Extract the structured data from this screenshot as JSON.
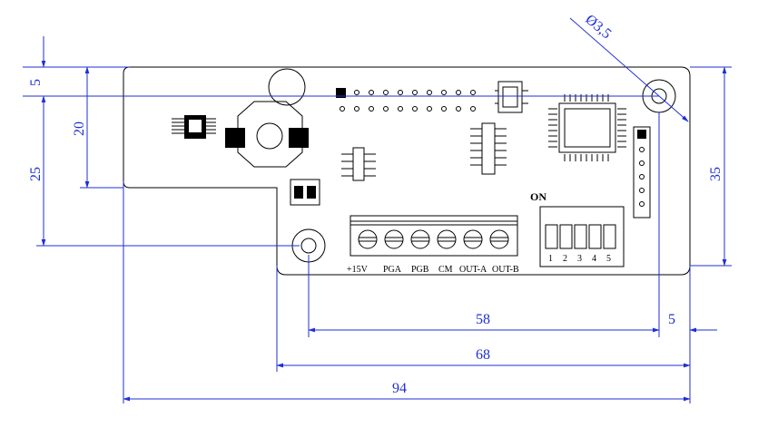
{
  "dimensions": {
    "hole_diameter": "Ø3,5",
    "top_offset": "5",
    "upper_height": "20",
    "lower_height": "25",
    "total_height": "35",
    "hole_span": "58",
    "right_margin": "5",
    "lower_width": "68",
    "total_width": "94"
  },
  "board": {
    "dip_switch_label": "ON",
    "dip_switch_numbers": [
      "1",
      "2",
      "3",
      "4",
      "5"
    ],
    "terminal_labels": [
      "+15V",
      "PGA",
      "PGB",
      "CM",
      "OUT-A",
      "OUT-B"
    ]
  },
  "colors": {
    "dimension": "#1f2fd6",
    "outline": "#000000"
  }
}
